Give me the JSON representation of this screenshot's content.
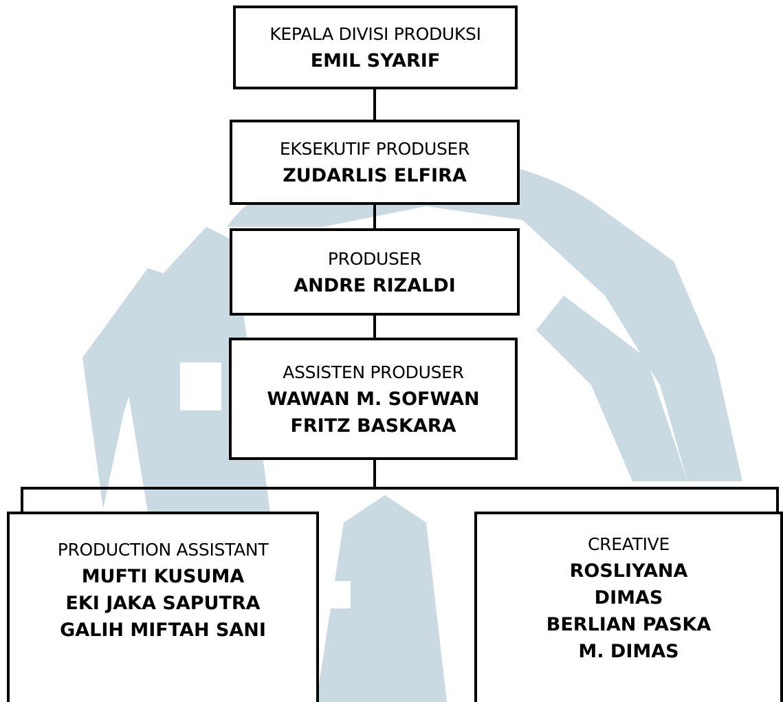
{
  "colors": {
    "line": "#000000",
    "box_fill": "#ffffff",
    "watermark": "#c5d6df"
  },
  "org_chart": {
    "kepala_divisi": {
      "role": "KEPALA DIVISI PRODUKSI",
      "names": [
        "EMIL SYARIF"
      ]
    },
    "eksekutif_produser": {
      "role": "EKSEKUTIF PRODUSER",
      "names": [
        "ZUDARLIS ELFIRA"
      ]
    },
    "produser": {
      "role": "PRODUSER",
      "names": [
        "ANDRE RIZALDI"
      ]
    },
    "assisten_produser": {
      "role": "ASSISTEN PRODUSER",
      "names": [
        "WAWAN M. SOFWAN",
        "FRITZ BASKARA"
      ]
    },
    "production_assistant": {
      "role": "PRODUCTION ASSISTANT",
      "names": [
        "MUFTI KUSUMA",
        "EKI JAKA SAPUTRA",
        "GALIH MIFTAH SANI"
      ]
    },
    "creative": {
      "role": "CREATIVE",
      "names": [
        "ROSLIYANA",
        "DIMAS",
        "BERLIAN PASKA",
        "M. DIMAS"
      ]
    }
  }
}
